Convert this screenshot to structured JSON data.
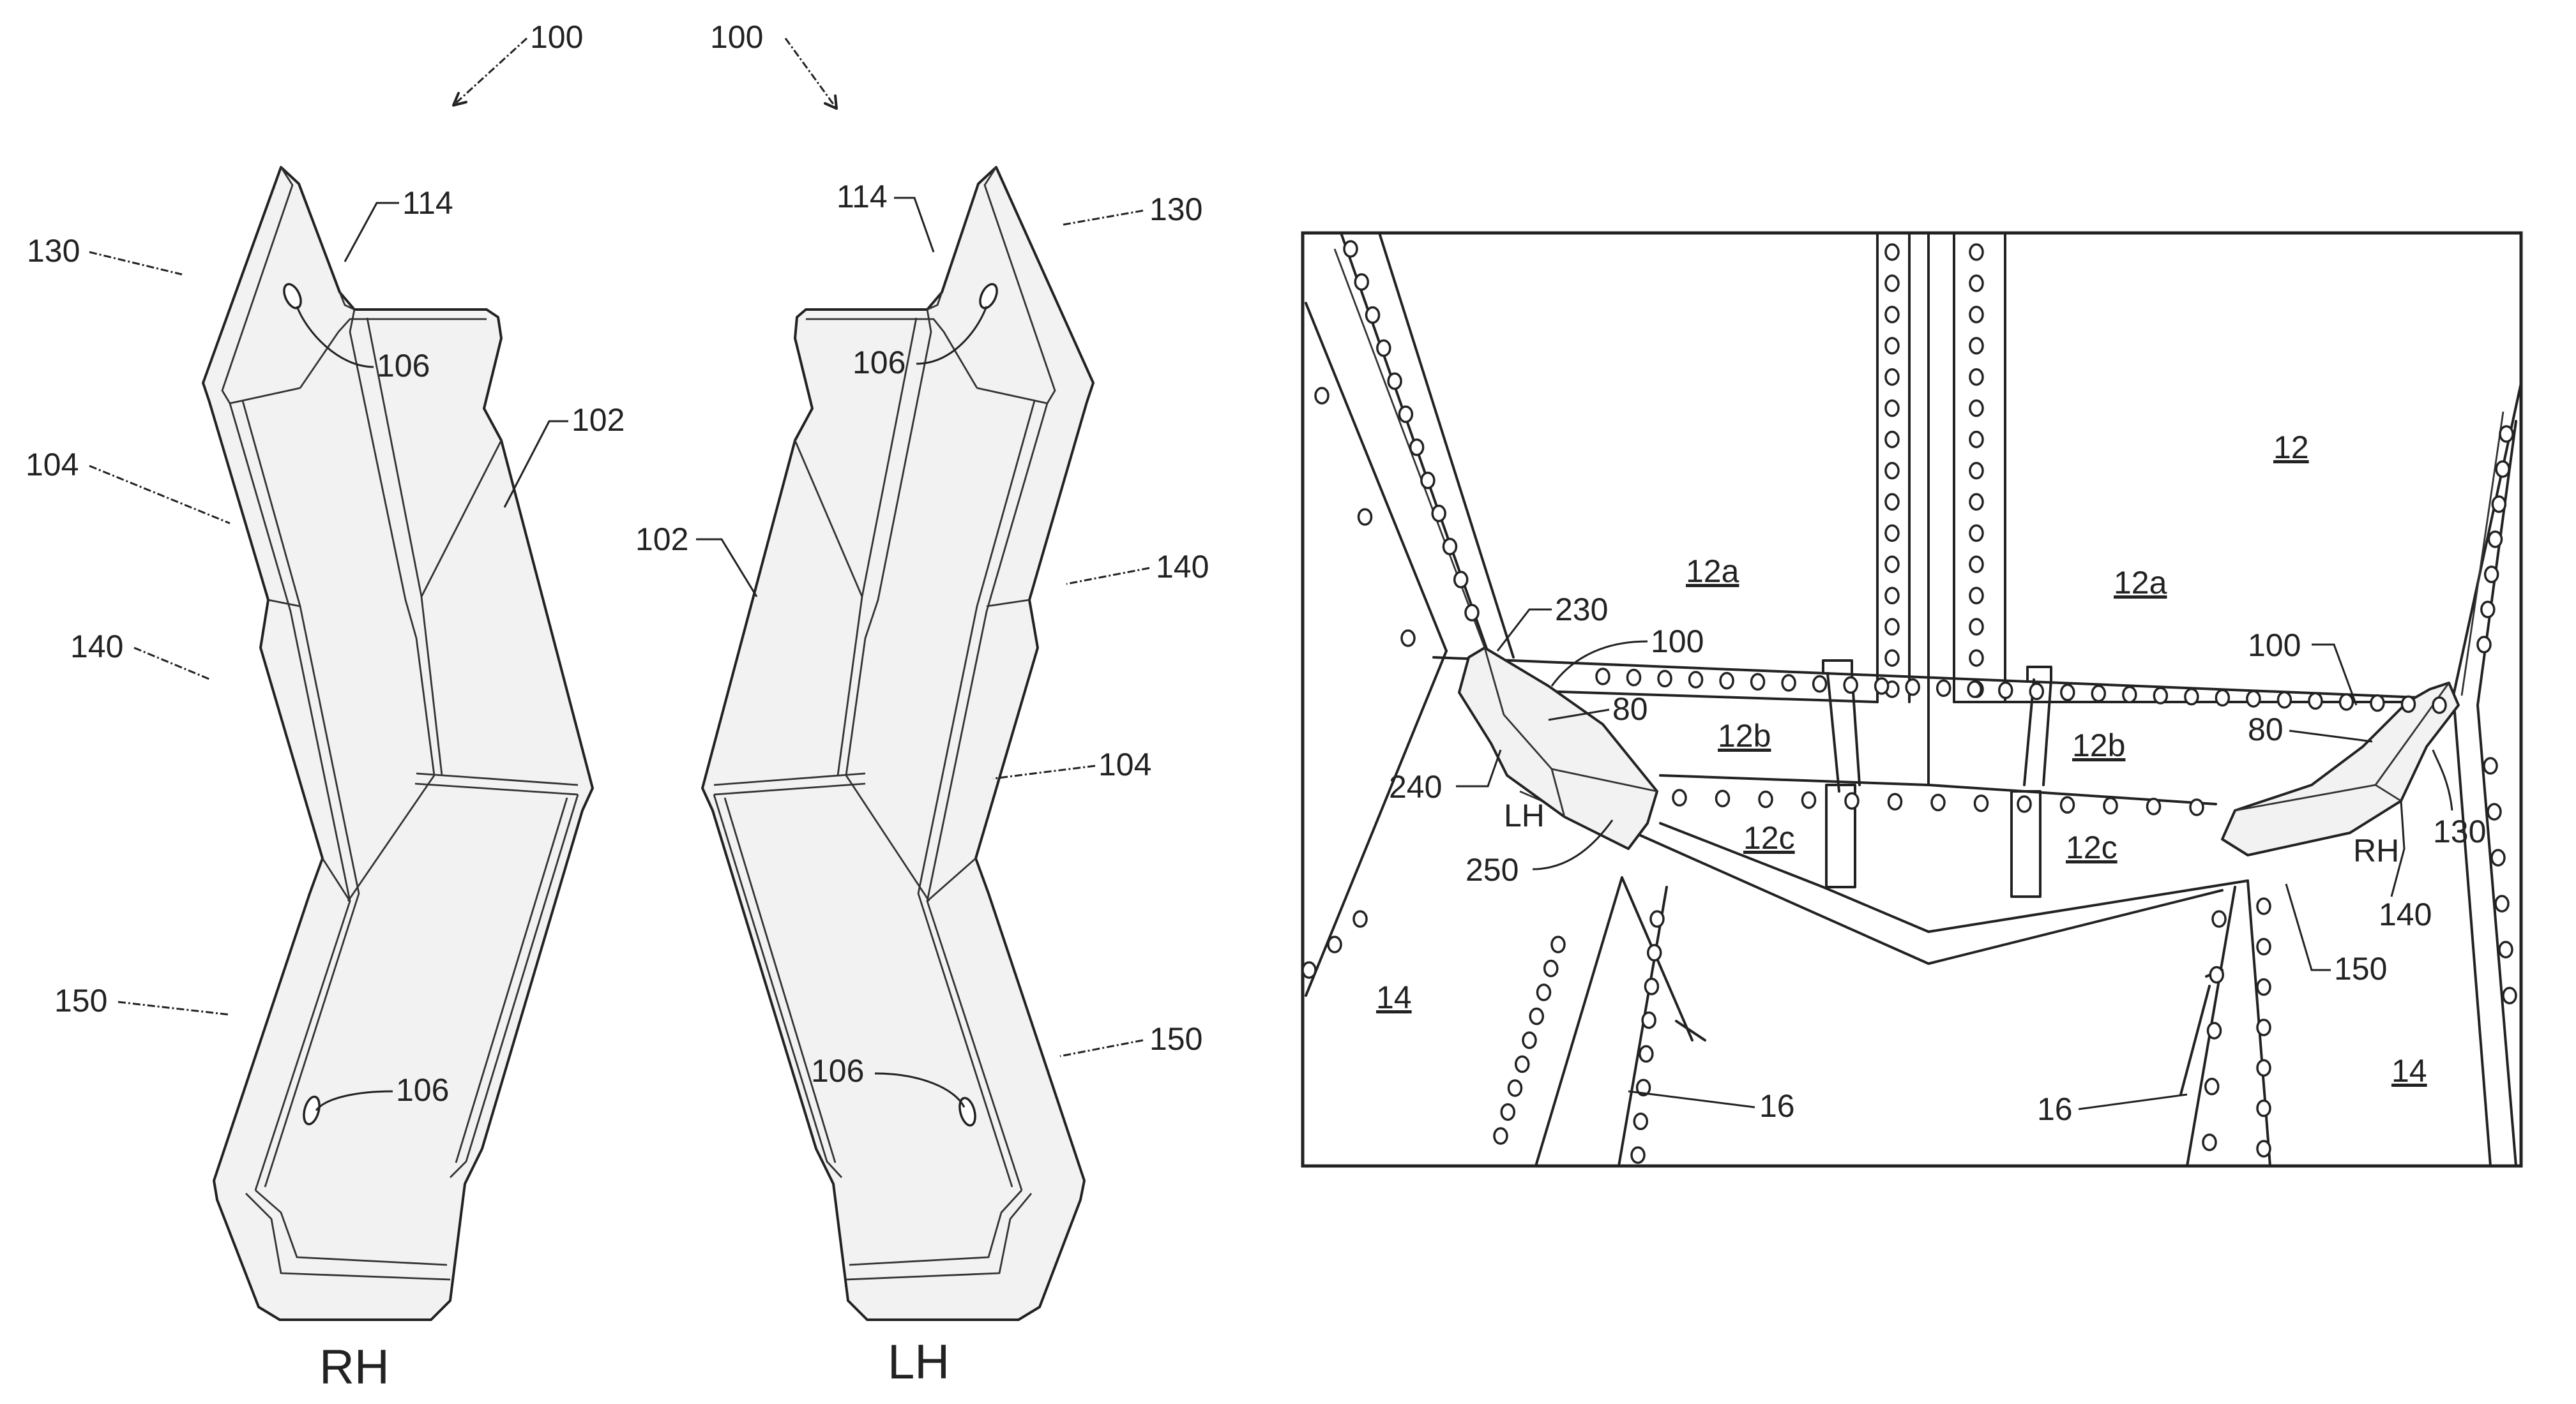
{
  "left_views": {
    "rh": {
      "view_label": "RH",
      "refs": {
        "r100": "100",
        "r114": "114",
        "r130": "130",
        "r106a": "106",
        "r102": "102",
        "r104": "104",
        "r140": "140",
        "r150": "150",
        "r106b": "106"
      }
    },
    "lh": {
      "view_label": "LH",
      "refs": {
        "r100": "100",
        "r114": "114",
        "r130": "130",
        "r106a": "106",
        "r102": "102",
        "r140": "140",
        "r104": "104",
        "r150": "150",
        "r106b": "106"
      }
    }
  },
  "assembly": {
    "refs": {
      "r12": "12",
      "r12a_left": "12a",
      "r12a_right": "12a",
      "r12b_left": "12b",
      "r12b_right": "12b",
      "r12c_left": "12c",
      "r12c_right": "12c",
      "r14_left": "14",
      "r14_right": "14",
      "r16_left": "16",
      "r16_right": "16",
      "r230": "230",
      "r100_left": "100",
      "r80_left": "80",
      "r240": "240",
      "lh": "LH",
      "r250": "250",
      "r100_right": "100",
      "r80_right": "80",
      "r130": "130",
      "rh": "RH",
      "r140": "140",
      "r150": "150"
    }
  }
}
